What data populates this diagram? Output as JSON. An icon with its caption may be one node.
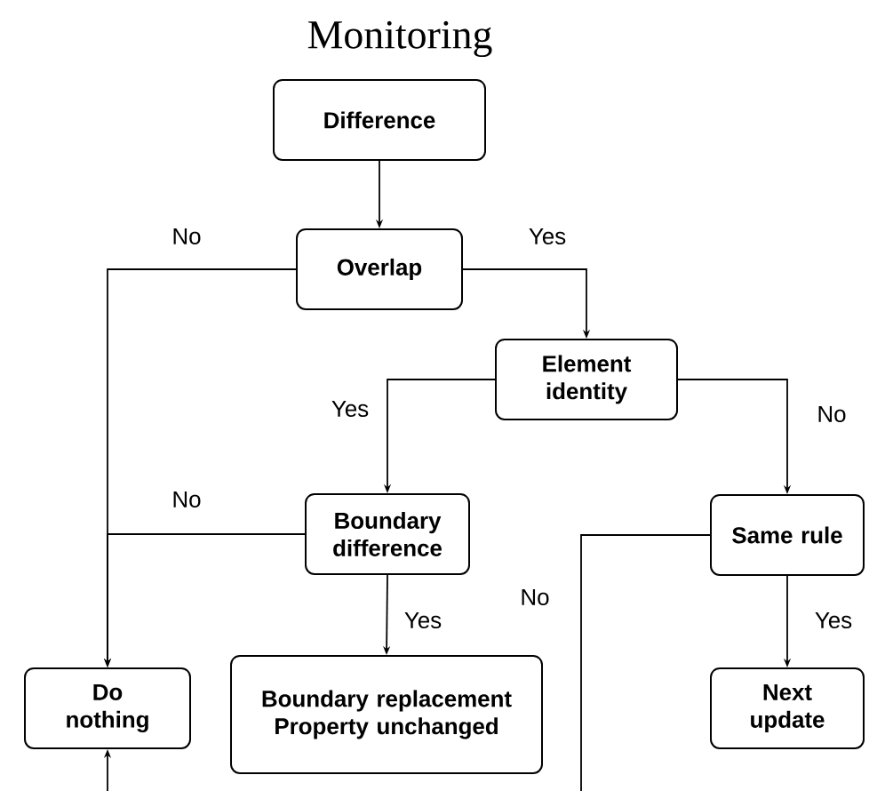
{
  "diagram": {
    "title": "Monitoring",
    "nodes": [
      {
        "text": [
          "Difference"
        ]
      },
      {
        "text": [
          "Overlap"
        ]
      },
      {
        "text": [
          "Element identity"
        ]
      },
      {
        "text": [
          "Boundary difference"
        ]
      },
      {
        "text": [
          "Same rule"
        ]
      },
      {
        "text": [
          "Do nothing"
        ]
      },
      {
        "text": [
          "Boundary replacement Property unchanged"
        ]
      },
      {
        "text": [
          "Next update"
        ]
      }
    ],
    "edges": [
      {
        "from": 0,
        "to": 1,
        "arrow": "to"
      },
      {
        "from": 1,
        "to": 5,
        "arrow": "to",
        "label": "No"
      },
      {
        "from": 1,
        "to": 2,
        "arrow": "to",
        "label": "Yes"
      },
      {
        "from": 2,
        "to": 3,
        "arrow": "to",
        "label": "Yes"
      },
      {
        "from": 2,
        "to": 4,
        "arrow": "to",
        "label": "No"
      },
      {
        "from": 3,
        "to": 5,
        "arrow": "to",
        "label": "No"
      },
      {
        "from": 3,
        "to": 6,
        "arrow": "to",
        "label": "Yes"
      },
      {
        "from": 4,
        "to": 7,
        "arrow": "to",
        "label": "Yes"
      },
      {
        "from": 4,
        "to": 5,
        "arrow": "to",
        "label": "No"
      }
    ]
  }
}
